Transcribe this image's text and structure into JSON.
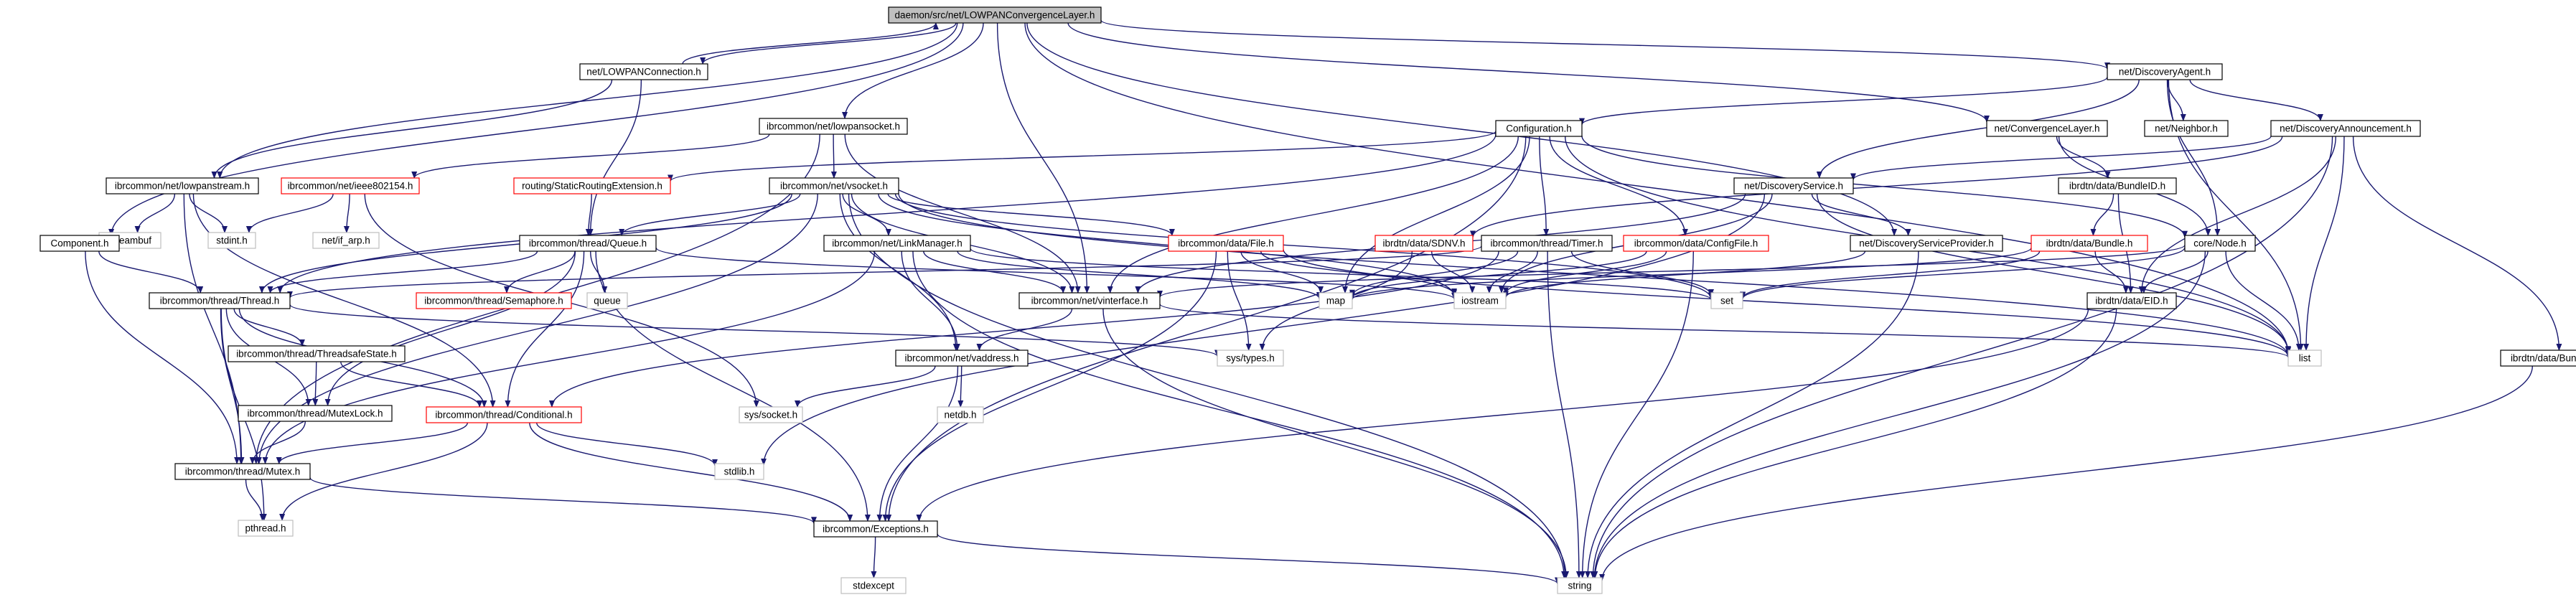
{
  "colors": {
    "root_fill": "#bfbfbf",
    "default_border": "#000000",
    "red_border": "#ff0000",
    "system_border": "#bfbfbf",
    "edge": "#191970"
  },
  "nodes": [
    {
      "id": "root",
      "label": "daemon/src/net/LOWPANConvergenceLayer.h",
      "style": "root"
    },
    {
      "id": "lowpanconn",
      "label": "net/LOWPANConnection.h",
      "style": "default"
    },
    {
      "id": "discagent",
      "label": "net/DiscoveryAgent.h",
      "style": "default"
    },
    {
      "id": "lowpansocket",
      "label": "ibrcommon/net/lowpansocket.h",
      "style": "default"
    },
    {
      "id": "configuration",
      "label": "Configuration.h",
      "style": "default"
    },
    {
      "id": "convlayer",
      "label": "net/ConvergenceLayer.h",
      "style": "default"
    },
    {
      "id": "neighbor",
      "label": "net/Neighbor.h",
      "style": "default"
    },
    {
      "id": "discannounce",
      "label": "net/DiscoveryAnnouncement.h",
      "style": "default"
    },
    {
      "id": "lowpanstream",
      "label": "ibrcommon/net/lowpanstream.h",
      "style": "default"
    },
    {
      "id": "ieee802154",
      "label": "ibrcommon/net/ieee802154.h",
      "style": "red"
    },
    {
      "id": "staticrouting",
      "label": "routing/StaticRoutingExtension.h",
      "style": "red"
    },
    {
      "id": "vsocket",
      "label": "ibrcommon/net/vsocket.h",
      "style": "default"
    },
    {
      "id": "discservice",
      "label": "net/DiscoveryService.h",
      "style": "default"
    },
    {
      "id": "bundleid",
      "label": "ibrdtn/data/BundleID.h",
      "style": "default"
    },
    {
      "id": "streambuf",
      "label": "streambuf",
      "style": "system"
    },
    {
      "id": "stdint",
      "label": "stdint.h",
      "style": "system"
    },
    {
      "id": "netifarp",
      "label": "net/if_arp.h",
      "style": "system"
    },
    {
      "id": "component",
      "label": "Component.h",
      "style": "default"
    },
    {
      "id": "queue",
      "label": "ibrcommon/thread/Queue.h",
      "style": "default"
    },
    {
      "id": "linkmanager",
      "label": "ibrcommon/net/LinkManager.h",
      "style": "default"
    },
    {
      "id": "file",
      "label": "ibrcommon/data/File.h",
      "style": "red"
    },
    {
      "id": "sdnv",
      "label": "ibrdtn/data/SDNV.h",
      "style": "red"
    },
    {
      "id": "timer",
      "label": "ibrcommon/thread/Timer.h",
      "style": "default"
    },
    {
      "id": "configfile",
      "label": "ibrcommon/data/ConfigFile.h",
      "style": "red"
    },
    {
      "id": "discserviceprovider",
      "label": "net/DiscoveryServiceProvider.h",
      "style": "default"
    },
    {
      "id": "bundle",
      "label": "ibrdtn/data/Bundle.h",
      "style": "red"
    },
    {
      "id": "corenode",
      "label": "core/Node.h",
      "style": "default"
    },
    {
      "id": "thread",
      "label": "ibrcommon/thread/Thread.h",
      "style": "default"
    },
    {
      "id": "semaphore",
      "label": "ibrcommon/thread/Semaphore.h",
      "style": "red"
    },
    {
      "id": "queuesys",
      "label": "queue",
      "style": "system"
    },
    {
      "id": "map",
      "label": "map",
      "style": "system"
    },
    {
      "id": "vinterface",
      "label": "ibrcommon/net/vinterface.h",
      "style": "default"
    },
    {
      "id": "iostream",
      "label": "iostream",
      "style": "system"
    },
    {
      "id": "set",
      "label": "set",
      "style": "system"
    },
    {
      "id": "eid",
      "label": "ibrdtn/data/EID.h",
      "style": "default"
    },
    {
      "id": "threadsafestate",
      "label": "ibrcommon/thread/ThreadsafeState.h",
      "style": "default"
    },
    {
      "id": "systypes",
      "label": "sys/types.h",
      "style": "system"
    },
    {
      "id": "vaddress",
      "label": "ibrcommon/net/vaddress.h",
      "style": "default"
    },
    {
      "id": "list",
      "label": "list",
      "style": "system"
    },
    {
      "id": "bundlestring",
      "label": "ibrdtn/data/BundleString.h",
      "style": "default"
    },
    {
      "id": "mutexlock",
      "label": "ibrcommon/thread/MutexLock.h",
      "style": "default"
    },
    {
      "id": "conditional",
      "label": "ibrcommon/thread/Conditional.h",
      "style": "red"
    },
    {
      "id": "syssocket",
      "label": "sys/socket.h",
      "style": "system"
    },
    {
      "id": "netdb",
      "label": "netdb.h",
      "style": "system"
    },
    {
      "id": "mutex",
      "label": "ibrcommon/thread/Mutex.h",
      "style": "default"
    },
    {
      "id": "stdlib",
      "label": "stdlib.h",
      "style": "system"
    },
    {
      "id": "pthread",
      "label": "pthread.h",
      "style": "system"
    },
    {
      "id": "exceptions",
      "label": "ibrcommon/Exceptions.h",
      "style": "default"
    },
    {
      "id": "stdexcept",
      "label": "stdexcept",
      "style": "system"
    },
    {
      "id": "string",
      "label": "string",
      "style": "system"
    }
  ],
  "edges": [
    [
      "root",
      "lowpanconn"
    ],
    [
      "lowpanconn",
      "root"
    ],
    [
      "root",
      "discagent"
    ],
    [
      "root",
      "lowpansocket"
    ],
    [
      "root",
      "lowpanstream"
    ],
    [
      "root",
      "component"
    ],
    [
      "root",
      "vinterface"
    ],
    [
      "root",
      "discserviceprovider"
    ],
    [
      "root",
      "convlayer"
    ],
    [
      "root",
      "list"
    ],
    [
      "lowpanconn",
      "lowpanstream"
    ],
    [
      "lowpanconn",
      "queue"
    ],
    [
      "discagent",
      "configuration"
    ],
    [
      "discagent",
      "neighbor"
    ],
    [
      "discagent",
      "discannounce"
    ],
    [
      "discagent",
      "discservice"
    ],
    [
      "discagent",
      "corenode"
    ],
    [
      "discagent",
      "list"
    ],
    [
      "lowpansocket",
      "ieee802154"
    ],
    [
      "lowpansocket",
      "vsocket"
    ],
    [
      "lowpansocket",
      "vinterface"
    ],
    [
      "lowpansocket",
      "mutex"
    ],
    [
      "configuration",
      "staticrouting"
    ],
    [
      "configuration",
      "vinterface"
    ],
    [
      "configuration",
      "timer"
    ],
    [
      "configuration",
      "configfile"
    ],
    [
      "configuration",
      "corenode"
    ],
    [
      "configuration",
      "exceptions"
    ],
    [
      "configuration",
      "map"
    ],
    [
      "configuration",
      "list"
    ],
    [
      "configuration",
      "thread"
    ],
    [
      "convlayer",
      "bundleid"
    ],
    [
      "convlayer",
      "corenode"
    ],
    [
      "discannounce",
      "eid"
    ],
    [
      "discannounce",
      "bundlestring"
    ],
    [
      "discannounce",
      "sdnv"
    ],
    [
      "discannounce",
      "list"
    ],
    [
      "discannounce",
      "string"
    ],
    [
      "discannounce",
      "discservice"
    ],
    [
      "lowpanstream",
      "streambuf"
    ],
    [
      "lowpanstream",
      "stdint"
    ],
    [
      "lowpanstream",
      "conditional"
    ],
    [
      "lowpanstream",
      "mutex"
    ],
    [
      "ieee802154",
      "stdint"
    ],
    [
      "ieee802154",
      "netifarp"
    ],
    [
      "ieee802154",
      "syssocket"
    ],
    [
      "staticrouting",
      "queue"
    ],
    [
      "vsocket",
      "queue"
    ],
    [
      "vsocket",
      "linkmanager"
    ],
    [
      "vsocket",
      "file"
    ],
    [
      "vsocket",
      "vinterface"
    ],
    [
      "vsocket",
      "vaddress"
    ],
    [
      "vsocket",
      "thread"
    ],
    [
      "vsocket",
      "mutex"
    ],
    [
      "vsocket",
      "list"
    ],
    [
      "vsocket",
      "set"
    ],
    [
      "vsocket",
      "string"
    ],
    [
      "vsocket",
      "iostream"
    ],
    [
      "discservice",
      "discserviceprovider"
    ],
    [
      "discservice",
      "vinterface"
    ],
    [
      "discservice",
      "iostream"
    ],
    [
      "discservice",
      "list"
    ],
    [
      "discservice",
      "stdlib"
    ],
    [
      "bundleid",
      "bundle"
    ],
    [
      "bundleid",
      "eid"
    ],
    [
      "component",
      "thread"
    ],
    [
      "component",
      "mutex"
    ],
    [
      "queue",
      "thread"
    ],
    [
      "queue",
      "semaphore"
    ],
    [
      "queue",
      "queuesys"
    ],
    [
      "queue",
      "conditional"
    ],
    [
      "queue",
      "mutexlock"
    ],
    [
      "queue",
      "exceptions"
    ],
    [
      "queue",
      "iostream"
    ],
    [
      "linkmanager",
      "vinterface"
    ],
    [
      "linkmanager",
      "vaddress"
    ],
    [
      "linkmanager",
      "mutex"
    ],
    [
      "linkmanager",
      "map"
    ],
    [
      "linkmanager",
      "set"
    ],
    [
      "linkmanager",
      "string"
    ],
    [
      "file",
      "iostream"
    ],
    [
      "file",
      "map"
    ],
    [
      "file",
      "systypes"
    ],
    [
      "file",
      "list"
    ],
    [
      "file",
      "exceptions"
    ],
    [
      "sdnv",
      "iostream"
    ],
    [
      "sdnv",
      "systypes"
    ],
    [
      "timer",
      "thread"
    ],
    [
      "timer",
      "conditional"
    ],
    [
      "timer",
      "map"
    ],
    [
      "timer",
      "set"
    ],
    [
      "timer",
      "string"
    ],
    [
      "timer",
      "iostream"
    ],
    [
      "configfile",
      "map"
    ],
    [
      "configfile",
      "iostream"
    ],
    [
      "configfile",
      "string"
    ],
    [
      "discserviceprovider",
      "iostream"
    ],
    [
      "discserviceprovider",
      "string"
    ],
    [
      "bundle",
      "eid"
    ],
    [
      "bundle",
      "set"
    ],
    [
      "bundle",
      "map"
    ],
    [
      "corenode",
      "eid"
    ],
    [
      "corenode",
      "set"
    ],
    [
      "corenode",
      "list"
    ],
    [
      "corenode",
      "string"
    ],
    [
      "corenode",
      "vinterface"
    ],
    [
      "thread",
      "threadsafestate"
    ],
    [
      "thread",
      "conditional"
    ],
    [
      "thread",
      "mutexlock"
    ],
    [
      "thread",
      "mutex"
    ],
    [
      "thread",
      "pthread"
    ],
    [
      "thread",
      "systypes"
    ],
    [
      "threadsafestate",
      "mutexlock"
    ],
    [
      "threadsafestate",
      "conditional"
    ],
    [
      "vinterface",
      "vaddress"
    ],
    [
      "vinterface",
      "list"
    ],
    [
      "vinterface",
      "string"
    ],
    [
      "eid",
      "exceptions"
    ],
    [
      "eid",
      "string"
    ],
    [
      "vaddress",
      "exceptions"
    ],
    [
      "vaddress",
      "syssocket"
    ],
    [
      "vaddress",
      "netdb"
    ],
    [
      "bundlestring",
      "string"
    ],
    [
      "mutexlock",
      "mutex"
    ],
    [
      "conditional",
      "mutex"
    ],
    [
      "conditional",
      "pthread"
    ],
    [
      "conditional",
      "exceptions"
    ],
    [
      "conditional",
      "stdlib"
    ],
    [
      "mutex",
      "pthread"
    ],
    [
      "mutex",
      "exceptions"
    ],
    [
      "exceptions",
      "stdexcept"
    ],
    [
      "exceptions",
      "string"
    ]
  ]
}
